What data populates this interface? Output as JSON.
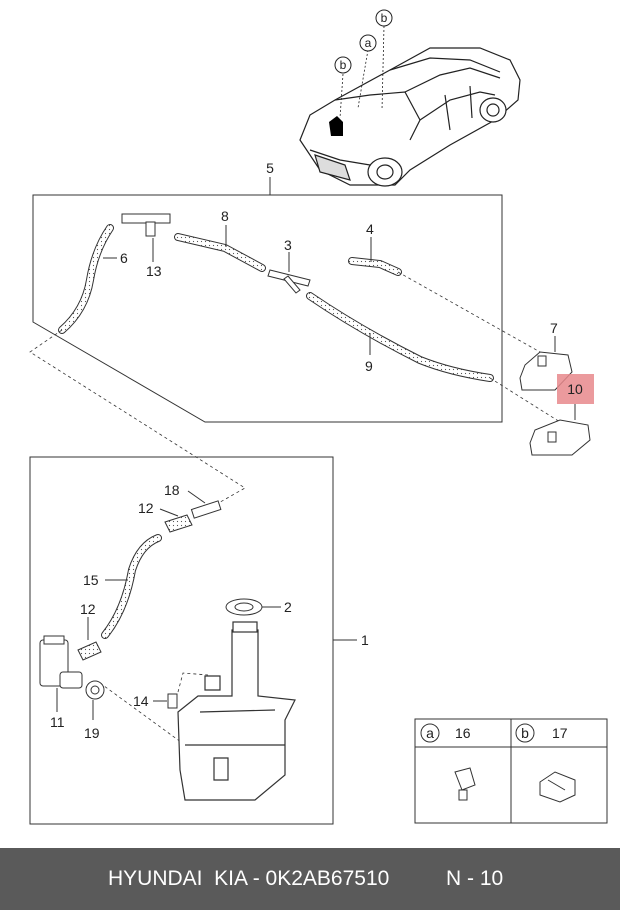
{
  "callouts": {
    "c1": "1",
    "c2": "2",
    "c3": "3",
    "c4": "4",
    "c5": "5",
    "c6": "6",
    "c7": "7",
    "c8": "8",
    "c9": "9",
    "c10": "10",
    "c11": "11",
    "c12a": "12",
    "c12b": "12",
    "c13": "13",
    "c14": "14",
    "c15": "15",
    "c18": "18",
    "c19": "19"
  },
  "car_refs": {
    "a": "a",
    "b1": "b",
    "b2": "b"
  },
  "legend": {
    "a_letter": "a",
    "a_part": "16",
    "b_letter": "b",
    "b_part": "17"
  },
  "footer": {
    "brand": "HYUNDAI  KIA - 0K2AB67510",
    "page": "N - 10"
  },
  "colors": {
    "highlight": "#e8888c",
    "footer_bg": "#5a5a5a"
  }
}
